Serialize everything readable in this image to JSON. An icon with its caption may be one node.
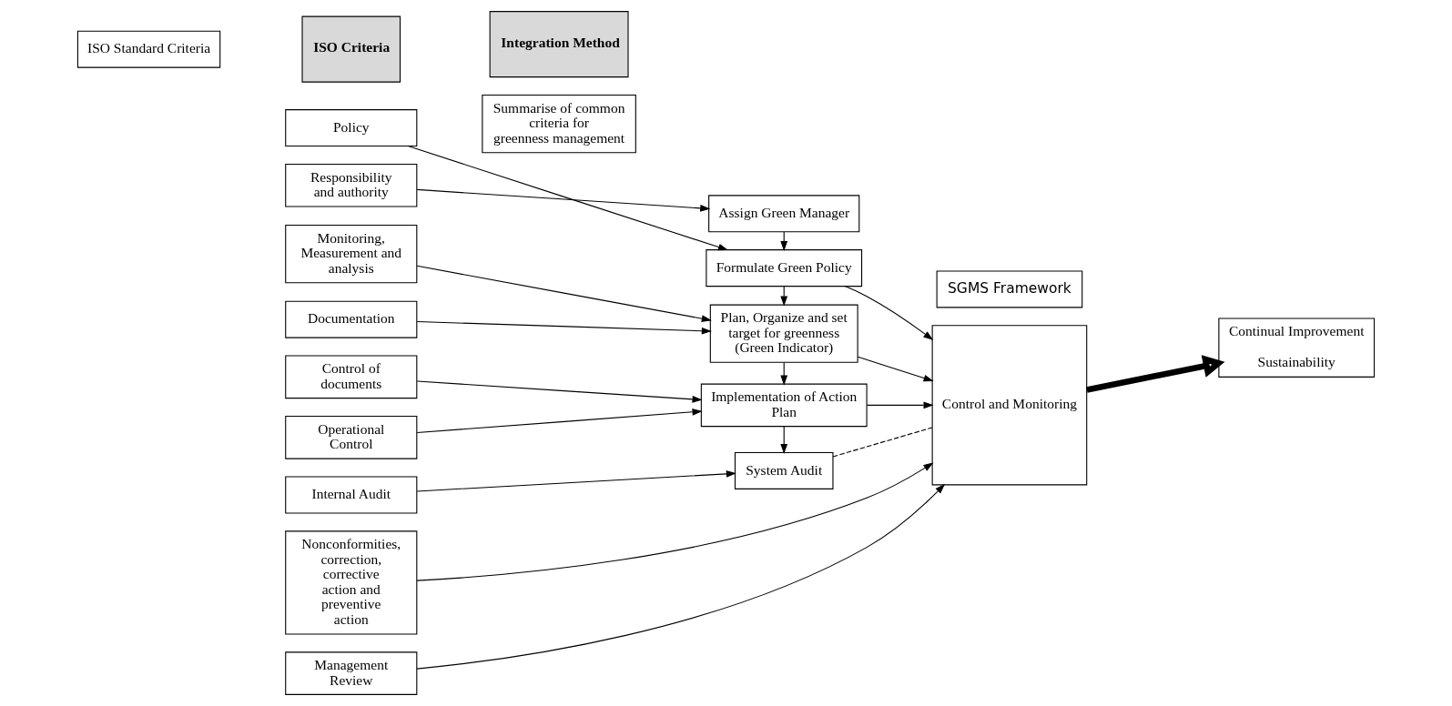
{
  "diagram": {
    "nodes": [
      {
        "text": [
          "SGMS Framework"
        ]
      },
      {
        "text": [
          "ISO Standard Criteria"
        ]
      },
      {
        "text": [
          "ISO Criteria"
        ]
      },
      {
        "text": [
          "Integration Method"
        ]
      },
      {
        "text": [
          "Policy"
        ]
      },
      {
        "text": [
          "Responsibility and authority"
        ]
      },
      {
        "text": [
          "Monitoring, Measurement and analysis"
        ]
      },
      {
        "text": [
          "Documentation"
        ]
      },
      {
        "text": [
          "Control of documents"
        ]
      },
      {
        "text": [
          "Operational Control"
        ]
      },
      {
        "text": [
          "Internal Audit"
        ]
      },
      {
        "text": [
          "Nonconformities, correction, corrective action and preventive action"
        ]
      },
      {
        "text": [
          "Management Review"
        ]
      },
      {
        "text": [
          "Summarise of common criteria for greenness management"
        ]
      },
      {
        "text": [
          "Assign Green Manager"
        ]
      },
      {
        "text": [
          "Formulate Green Policy"
        ]
      },
      {
        "text": [
          "Plan, Organize and set target for greenness (Green Indicator)"
        ]
      },
      {
        "text": [
          "Implementation of Action Plan"
        ]
      },
      {
        "text": [
          "System Audit"
        ]
      },
      {
        "text": [
          "Control and Monitoring"
        ]
      },
      {
        "text": [
          "Continual Improvement",
          "Sustainability"
        ]
      }
    ],
    "edges": [
      {
        "from": 4,
        "to": 15,
        "arrow": "to"
      },
      {
        "from": 5,
        "to": 14,
        "arrow": "to"
      },
      {
        "from": 6,
        "to": 16,
        "arrow": "to"
      },
      {
        "from": 7,
        "to": 16,
        "arrow": "to"
      },
      {
        "from": 8,
        "to": 17,
        "arrow": "to"
      },
      {
        "from": 9,
        "to": 17,
        "arrow": "to"
      },
      {
        "from": 10,
        "to": 18,
        "arrow": "to"
      },
      {
        "from": 11,
        "to": 19,
        "arrow": "to"
      },
      {
        "from": 12,
        "to": 19,
        "arrow": "to"
      },
      {
        "from": 14,
        "to": 15,
        "arrow": "to"
      },
      {
        "from": 15,
        "to": 16,
        "arrow": "to"
      },
      {
        "from": 16,
        "to": 17,
        "arrow": "to"
      },
      {
        "from": 17,
        "to": 18,
        "arrow": "to"
      },
      {
        "from": 15,
        "to": 19,
        "arrow": "to"
      },
      {
        "from": 16,
        "to": 19,
        "arrow": "to"
      },
      {
        "from": 17,
        "to": 19,
        "arrow": "to"
      },
      {
        "from": 18,
        "to": 19,
        "arrow": "none",
        "style": "dashed"
      },
      {
        "from": 19,
        "to": 20,
        "arrow": "to",
        "style": "thick"
      }
    ]
  }
}
